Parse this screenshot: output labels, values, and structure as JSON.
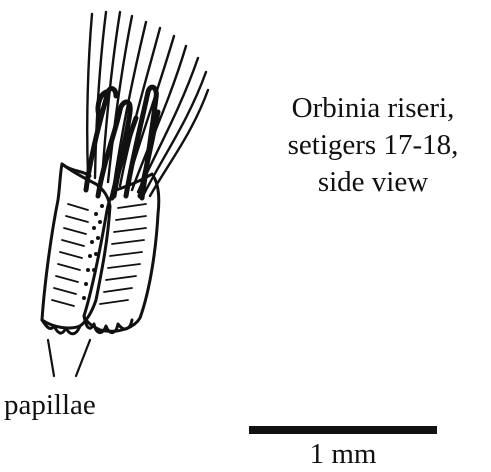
{
  "caption": {
    "line1": "Orbinia riseri,",
    "line2": "setigers 17-18,",
    "line3": "side view"
  },
  "labels": {
    "papillae": "papillae",
    "scale": "1 mm"
  },
  "colors": {
    "ink": "#111111",
    "background": "#ffffff"
  }
}
